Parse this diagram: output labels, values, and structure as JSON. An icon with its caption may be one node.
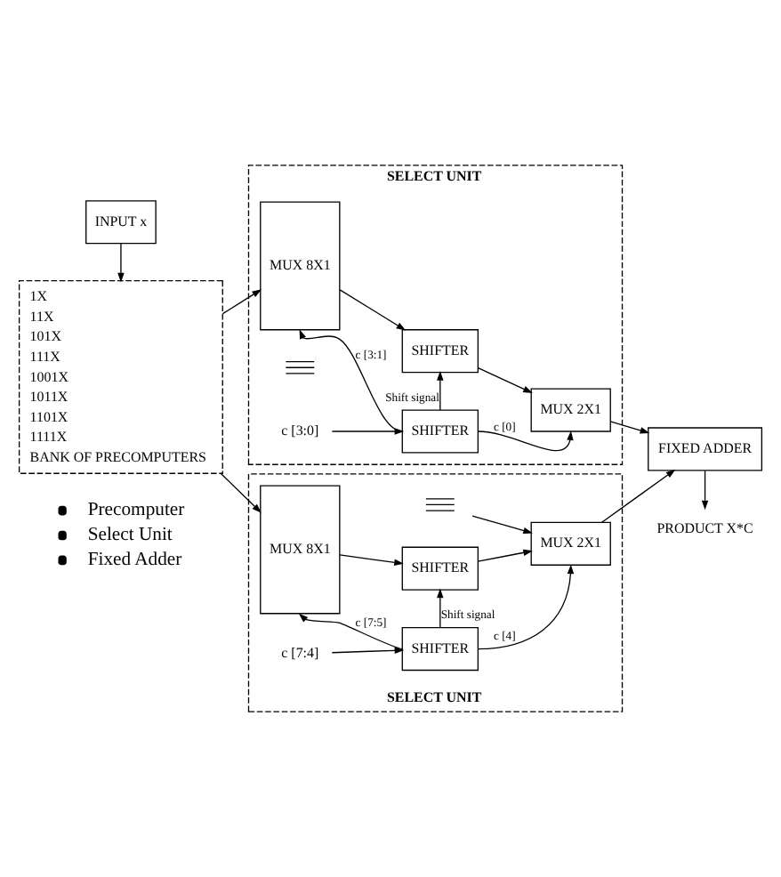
{
  "diagram": {
    "nodes": [
      {
        "text": [
          "INPUT x"
        ]
      },
      {
        "text": [
          "1X",
          "11X",
          "101X",
          "111X",
          "1001X",
          "1011X",
          "1101X",
          "1111X",
          "BANK OF PRECOMPUTERS"
        ]
      },
      {
        "text": [
          "SELECT UNIT"
        ]
      },
      {
        "text": [
          "MUX 8X1"
        ],
        "in": 2
      },
      {
        "text": [
          "SHIFTER"
        ],
        "in": 2
      },
      {
        "text": [
          "MUX 2X1"
        ],
        "in": 2
      },
      {
        "text": [],
        "shape": "ground",
        "in": 2
      },
      {
        "text": [
          "SHIFTER"
        ],
        "in": 2
      },
      {
        "text": [
          "c [3:0]"
        ],
        "in": 2
      },
      {
        "text": [
          "SELECT UNIT"
        ]
      },
      {
        "text": [
          "MUX 8X1"
        ],
        "in": 9
      },
      {
        "text": [
          "SHIFTER"
        ],
        "in": 9
      },
      {
        "text": [
          "MUX 2X1"
        ],
        "in": 9
      },
      {
        "text": [],
        "shape": "ground",
        "in": 9
      },
      {
        "text": [
          "SHIFTER"
        ],
        "in": 9
      },
      {
        "text": [
          "c [7:4]"
        ],
        "in": 9
      },
      {
        "text": [
          "FIXED ADDER"
        ]
      },
      {
        "text": [
          "PRODUCT X*C"
        ]
      }
    ],
    "edges": [
      {
        "from": 0,
        "to": 1,
        "arrow": "to"
      },
      {
        "from": 1,
        "to": 3,
        "arrow": "to"
      },
      {
        "from": 1,
        "to": 10,
        "arrow": "to"
      },
      {
        "from": 3,
        "to": 4,
        "arrow": "to"
      },
      {
        "from": 4,
        "to": 5,
        "arrow": "to"
      },
      {
        "from": 7,
        "to": 4,
        "arrow": "to",
        "label": "Shift signal"
      },
      {
        "from": 7,
        "to": 3,
        "arrow": "to",
        "label": "c [3:1]"
      },
      {
        "from": 7,
        "to": 5,
        "arrow": "to",
        "label": "c [0]"
      },
      {
        "from": 8,
        "to": 7,
        "arrow": "to"
      },
      {
        "from": 5,
        "to": 16,
        "arrow": "to"
      },
      {
        "from": 10,
        "to": 11,
        "arrow": "to"
      },
      {
        "from": 11,
        "to": 12,
        "arrow": "to"
      },
      {
        "from": 13,
        "to": 12,
        "arrow": "to"
      },
      {
        "from": 14,
        "to": 11,
        "arrow": "to",
        "label": "Shift signal"
      },
      {
        "from": 14,
        "to": 10,
        "arrow": "to",
        "label": "c [7:5]"
      },
      {
        "from": 14,
        "to": 12,
        "arrow": "to",
        "label": "c [4]"
      },
      {
        "from": 15,
        "to": 14,
        "arrow": "to"
      },
      {
        "from": 12,
        "to": 16,
        "arrow": "to"
      },
      {
        "from": 16,
        "to": 17,
        "arrow": "to"
      }
    ],
    "labels": [
      "Precomputer",
      "Select Unit",
      "Fixed Adder"
    ]
  }
}
